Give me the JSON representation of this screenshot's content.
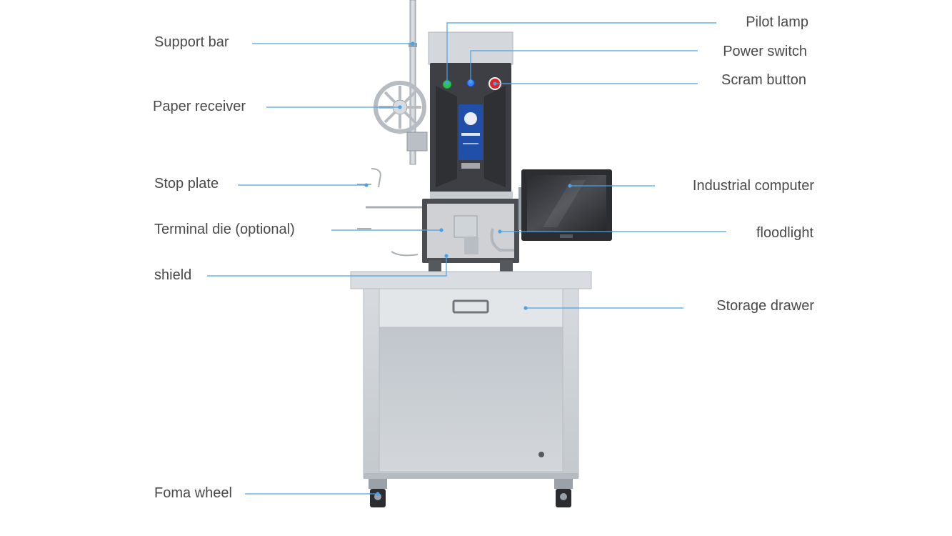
{
  "labels": {
    "support_bar": "Support bar",
    "paper_receiver": "Paper receiver",
    "stop_plate": "Stop plate",
    "terminal_die": "Terminal die (optional)",
    "shield": "shield",
    "foma_wheel": "Foma wheel",
    "pilot_lamp": "Pilot lamp",
    "power_switch": "Power switch",
    "scram_button": "Scram button",
    "industrial_computer": "Industrial computer",
    "floodlight": "floodlight",
    "storage_drawer": "Storage drawer"
  },
  "colors": {
    "leader_line": "#4aa3e8",
    "label_text": "#4a4a4a",
    "machine_steel": "#c9ced3",
    "head_dark": "#3d3f44",
    "panel_blue": "#1f4fa8"
  }
}
